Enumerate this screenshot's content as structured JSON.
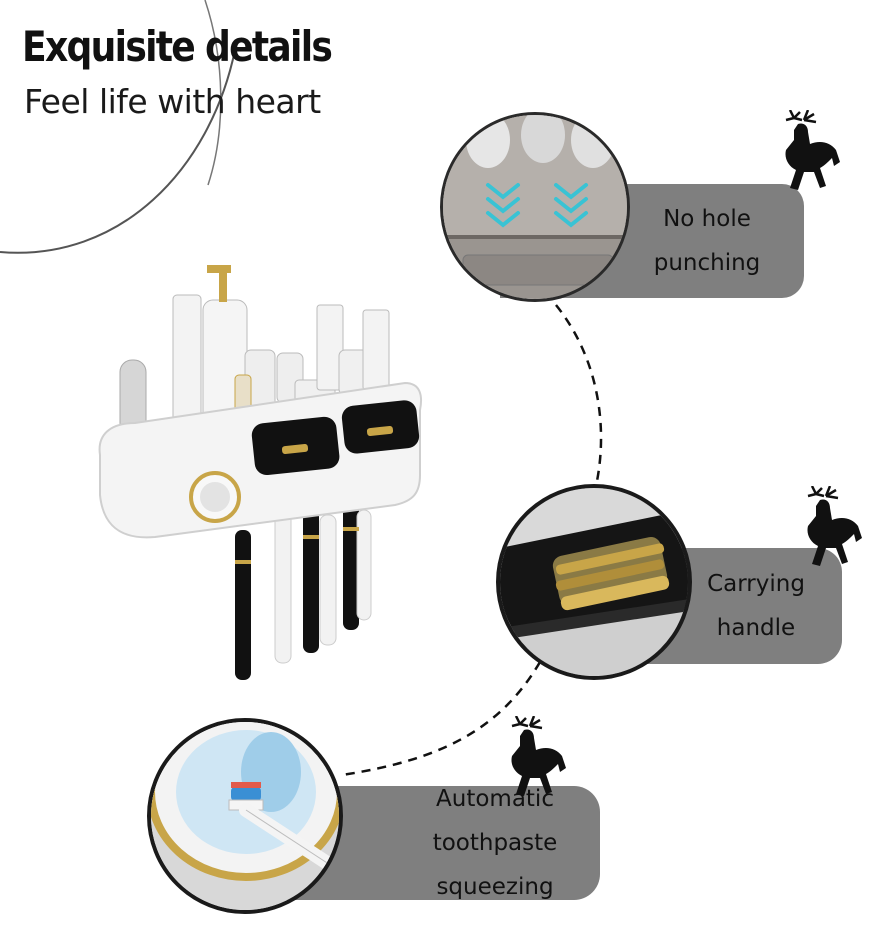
{
  "headline": "Exquisite details",
  "subline": "Feel life with heart",
  "features": [
    {
      "line1": "No hole",
      "line2": "punching",
      "detail": "wall-mount-chevrons"
    },
    {
      "line1": "Carrying",
      "line2": "handle",
      "detail": "drawer-handle"
    },
    {
      "line1": "Automatic",
      "line2": "toothpaste squeezing",
      "detail": "toothbrush-squeezer"
    }
  ],
  "icons": {
    "feature_badge": "deer-icon"
  },
  "colors": {
    "pill_background": "#7f7f7f",
    "chevron_accent": "#39c3d4",
    "gold_accent": "#c8a548",
    "product_white": "#f4f4f4",
    "product_black": "#111111"
  }
}
